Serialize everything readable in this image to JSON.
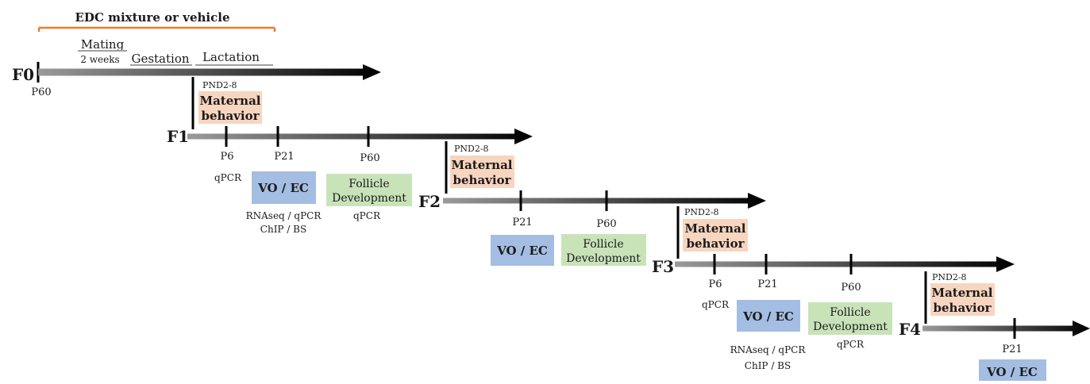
{
  "exposure": {
    "label": "EDC mixture or vehicle",
    "mating_label": "Mating",
    "mating_duration": "2 weeks",
    "gestation_label": "Gestation",
    "lactation_label": "Lactation"
  },
  "colors": {
    "exposure_bar": "#f07a30",
    "phase_line": "#a0a0a0",
    "maternal_fill": "#f8d5bf",
    "voec_fill": "#a4bde2",
    "follicle_fill": "#c9e3b9",
    "text": "#1a1a1a"
  },
  "generations": [
    {
      "label": "F0",
      "start_label": "P60",
      "ticks": []
    },
    {
      "label": "F1",
      "maternal": {
        "pnd": "PND2-8",
        "line1": "Maternal",
        "line2": "behavior"
      },
      "ticks": [
        {
          "label": "P6",
          "assay": "qPCR"
        },
        {
          "label": "P21",
          "box": "VO / EC",
          "assay_line1": "RNAseq / qPCR",
          "assay_line2": "ChIP / BS"
        },
        {
          "label": "P60",
          "box_line1": "Follicle",
          "box_line2": "Development",
          "assay": "qPCR"
        }
      ]
    },
    {
      "label": "F2",
      "maternal": {
        "pnd": "PND2-8",
        "line1": "Maternal",
        "line2": "behavior"
      },
      "ticks": [
        {
          "label": "P21",
          "box": "VO / EC"
        },
        {
          "label": "P60",
          "box_line1": "Follicle",
          "box_line2": "Development"
        }
      ]
    },
    {
      "label": "F3",
      "maternal": {
        "pnd": "PND2-8",
        "line1": "Maternal",
        "line2": "behavior"
      },
      "ticks": [
        {
          "label": "P6",
          "assay": "qPCR"
        },
        {
          "label": "P21",
          "box": "VO / EC",
          "assay_line1": "RNAseq / qPCR",
          "assay_line2": "ChIP / BS"
        },
        {
          "label": "P60",
          "box_line1": "Follicle",
          "box_line2": "Development",
          "assay": "qPCR"
        }
      ]
    },
    {
      "label": "F4",
      "maternal": {
        "pnd": "PND2-8",
        "line1": "Maternal",
        "line2": "behavior"
      },
      "ticks": [
        {
          "label": "P21",
          "box": "VO / EC"
        }
      ]
    }
  ]
}
